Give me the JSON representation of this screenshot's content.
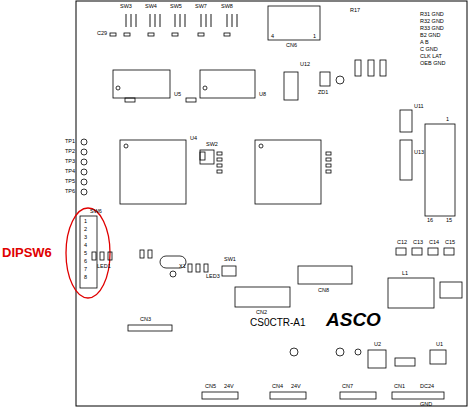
{
  "diagram": {
    "labels": [
      "SW3",
      "SW4",
      "SW5",
      "SW7",
      "SW8",
      "C29",
      "CN6",
      "4",
      "1",
      "R17",
      "U5",
      "U8",
      "U12",
      "ZD1",
      "R31 GND",
      "R32 GND",
      "R33 GND",
      "B2 GND",
      "A B",
      "C GND",
      "CLK LAT",
      "OEB GND",
      "TP1",
      "TP2",
      "TP3",
      "TP4",
      "TP5",
      "TP6",
      "SW6",
      "1",
      "2",
      "3",
      "4",
      "5",
      "6",
      "7",
      "8",
      "DIPSW6",
      "U4",
      "SW2",
      "X1",
      "SW1",
      "LED1",
      "LED3",
      "CN3",
      "CN2",
      "CN8",
      "CS0CTR-A1",
      "ASCO",
      "L1",
      "C12",
      "C13",
      "C14",
      "C15",
      "U13",
      "U11",
      "1",
      "16",
      "15",
      "U2",
      "U1",
      "CN5",
      "24V",
      "CN4",
      "24V",
      "CN7",
      "CN1",
      "DC24",
      "GND"
    ]
  }
}
